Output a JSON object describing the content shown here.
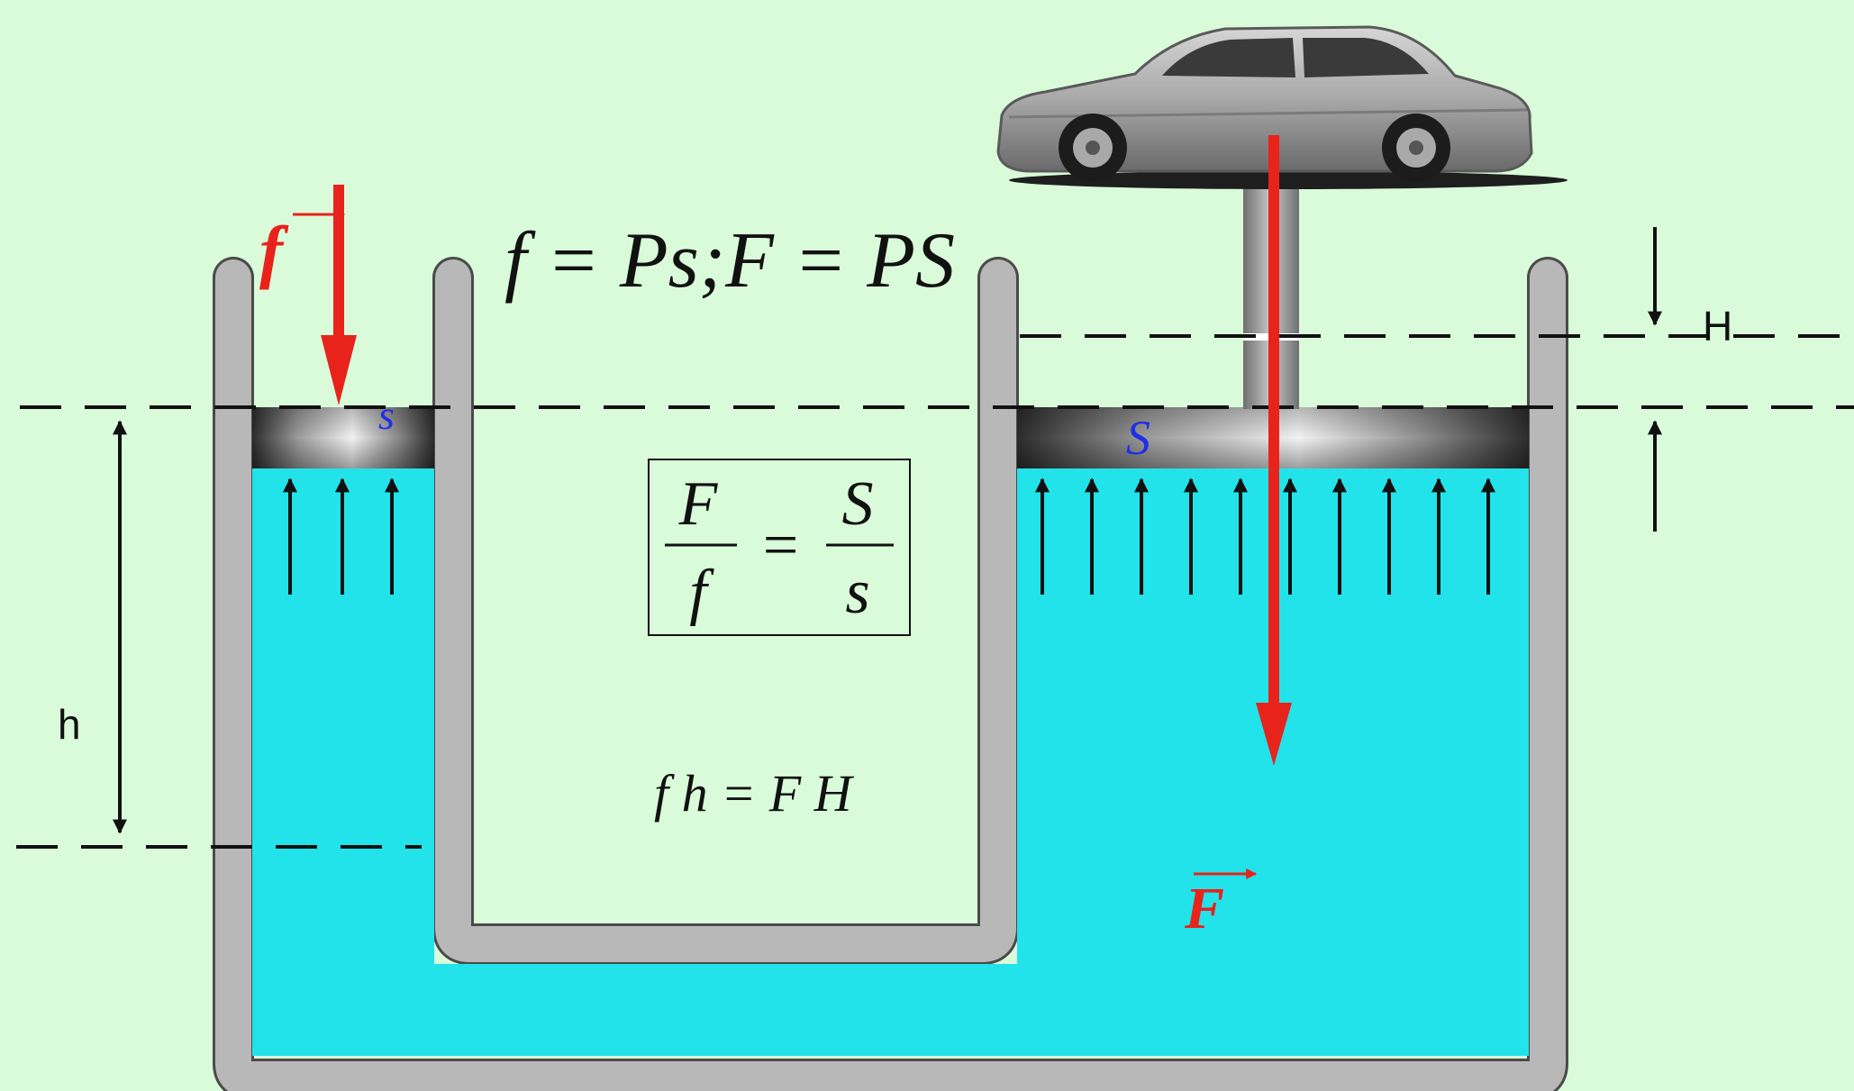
{
  "colors": {
    "background": "#d9fbd9",
    "liquid": "#22e3ea",
    "vessel_wall": "#b8b8b8",
    "wall_outline": "#4a4a4a",
    "force_arrow": "#e8231c",
    "piston_label": "#1f2ee8",
    "formula_text": "#111111"
  },
  "labels": {
    "small_force": "f",
    "large_force": "F",
    "small_area": "s",
    "large_area": "S",
    "small_height": "h",
    "large_height": "H"
  },
  "formulas": {
    "pressure_left": "f = Ps",
    "separator": ";",
    "pressure_right": "F = PS",
    "ratio_left_numerator": "F",
    "ratio_left_denominator": "f",
    "ratio_equals": "=",
    "ratio_right_numerator": "S",
    "ratio_right_denominator": "s",
    "work": "f h = F H"
  },
  "icons": {
    "car": "car-icon"
  }
}
